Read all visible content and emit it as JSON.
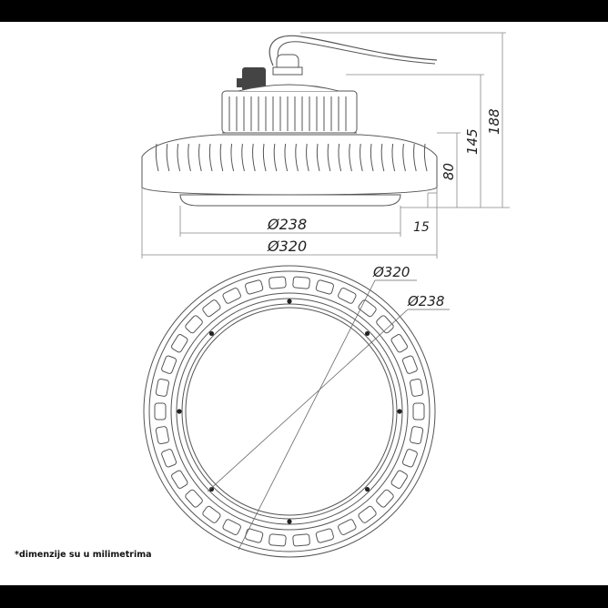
{
  "dimensions": {
    "total_height": "188",
    "body_height": "145",
    "housing_height": "80",
    "lens_offset": "15",
    "lens_diameter": "Ø238",
    "outer_diameter": "Ø320",
    "top_outer_diameter": "Ø320",
    "top_lens_diameter": "Ø238"
  },
  "note": "*dimenzije su u milimetrima",
  "colors": {
    "background": "#000000",
    "paper": "#ffffff",
    "line": "#555555",
    "dim_line": "#888888"
  }
}
